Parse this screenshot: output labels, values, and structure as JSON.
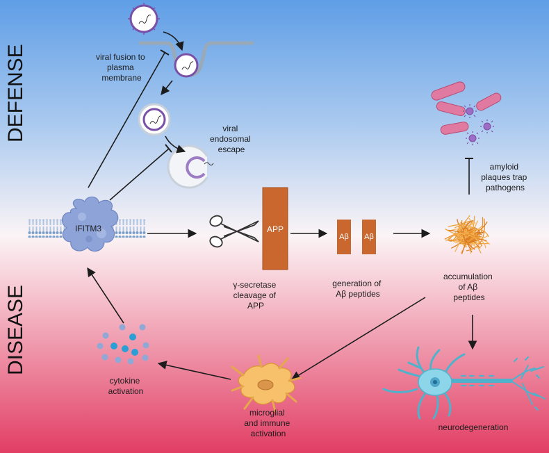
{
  "sections": {
    "top": "DEFENSE",
    "bottom": "DISEASE"
  },
  "labels": {
    "viral_fusion": [
      "viral fusion to",
      "plasma",
      "membrane"
    ],
    "viral_escape": [
      "viral",
      "endosomal",
      "escape"
    ],
    "ifitm3": "IFITM3",
    "app": "APP",
    "abeta": "Aβ",
    "gamma_secretase": [
      "γ-secretase",
      "cleavage of",
      "APP"
    ],
    "generation": [
      "generation of",
      "Aβ peptides"
    ],
    "accumulation": [
      "accumulation",
      "of Aβ",
      "peptides"
    ],
    "amyloid": [
      "amyloid",
      "plaques trap",
      "pathogens"
    ],
    "cytokine": [
      "cytokine",
      "activation"
    ],
    "microglial": [
      "microglial",
      "and immune",
      "activation"
    ],
    "neurodegeneration": "neurodegeneration"
  },
  "colors": {
    "defense_bg": "#5f9ee6",
    "disease_bg": "#e23e64",
    "app_orange": "#c9672e",
    "ifitm3_blue": "#8ea3d8",
    "neuron": "#8dd5e8",
    "microglia": "#f7c06b",
    "bacteria": "#e07aa0",
    "virus_purple": "#7a4fa6"
  },
  "icons": [
    "virus-icon",
    "scissors-icon",
    "amyloid-plaque-icon",
    "neuron-icon",
    "microglia-icon",
    "cytokine-cluster-icon",
    "bacteria-icon"
  ]
}
